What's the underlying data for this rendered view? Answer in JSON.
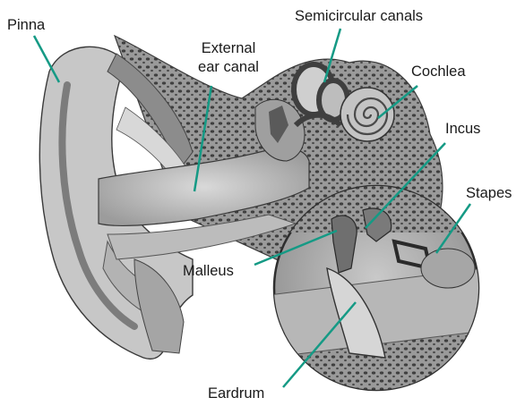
{
  "labels": {
    "pinna": "Pinna",
    "canal_line1": "External",
    "canal_line2": "ear canal",
    "semicircular": "Semicircular canals",
    "cochlea": "Cochlea",
    "incus": "Incus",
    "stapes": "Stapes",
    "malleus": "Malleus",
    "eardrum": "Eardrum"
  },
  "colors": {
    "leader": "#159a85",
    "tissue_light": "#cfcfcf",
    "tissue_mid": "#a9a9a9",
    "bone": "#8a8a8a",
    "bone_dark": "#5e5e5e",
    "canal": "#bdbdbd",
    "outline": "#3a3a3a"
  }
}
